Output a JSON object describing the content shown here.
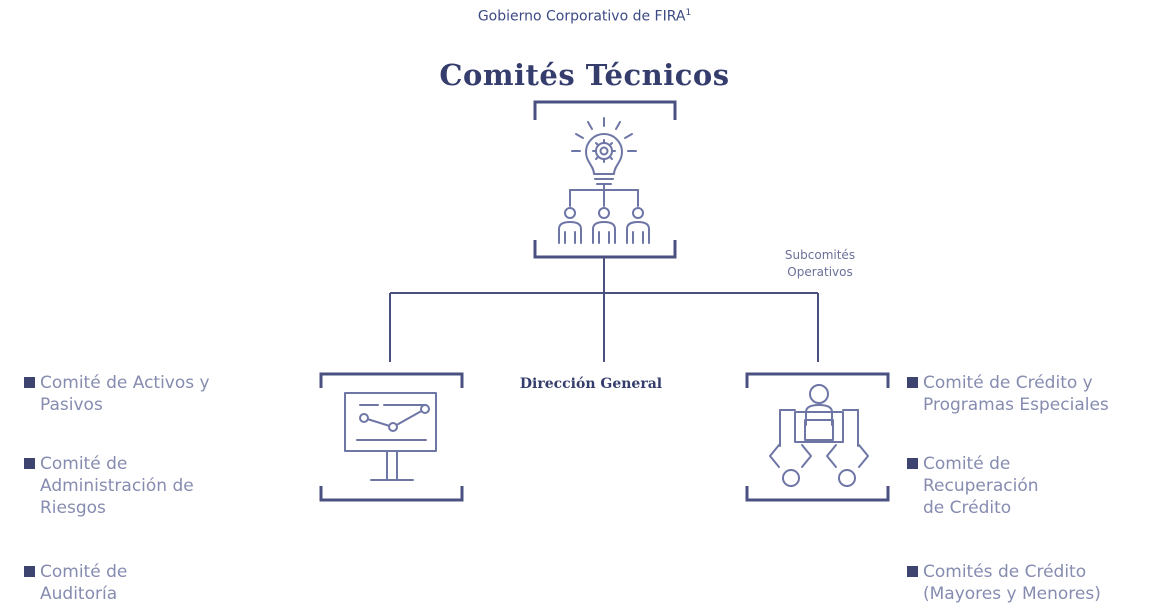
{
  "header": {
    "caption": "Gobierno Corporativo de FIRA",
    "caption_footnote": "1",
    "title": "Comités Técnicos"
  },
  "center_label": "Dirección General",
  "subcommittee_label": "Subcomités\nOperativos",
  "left_list": [
    {
      "label": "Comité de Activos y\nPasivos"
    },
    {
      "label": "Comité de\nAdministración de\nRiesgos"
    },
    {
      "label": "Comité de\nAuditoría"
    }
  ],
  "right_list": [
    {
      "label": "Comité de Crédito y\nProgramas Especiales"
    },
    {
      "label": "Comité de\nRecuperación\nde Crédito"
    },
    {
      "label": "Comités de Crédito\n(Mayores y Menores)"
    }
  ],
  "icons": {
    "top": "lightbulb-gear-team-icon",
    "left": "monitor-chart-icon",
    "right": "meeting-table-icon"
  },
  "colors": {
    "navy": "#353d6c",
    "line": "#4a5180",
    "icon": "#6e76a6",
    "list_text": "#868cb0",
    "bullet": "#3d4470"
  }
}
